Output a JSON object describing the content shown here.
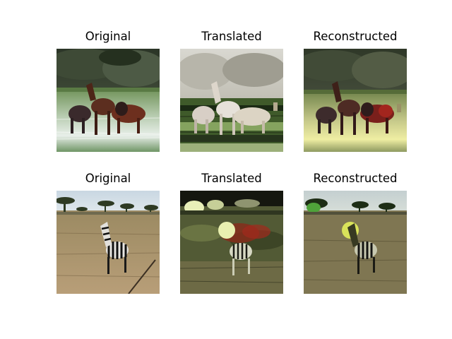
{
  "figure": {
    "rows": [
      {
        "subject": "horses",
        "panels": [
          {
            "title": "Original",
            "image": "horse-original-photo"
          },
          {
            "title": "Translated",
            "image": "horse-translated-to-zebra-photo"
          },
          {
            "title": "Reconstructed",
            "image": "horse-reconstructed-photo"
          }
        ]
      },
      {
        "subject": "zebra",
        "panels": [
          {
            "title": "Original",
            "image": "zebra-original-photo"
          },
          {
            "title": "Translated",
            "image": "zebra-translated-to-horse-photo"
          },
          {
            "title": "Reconstructed",
            "image": "zebra-reconstructed-photo"
          }
        ]
      }
    ]
  }
}
